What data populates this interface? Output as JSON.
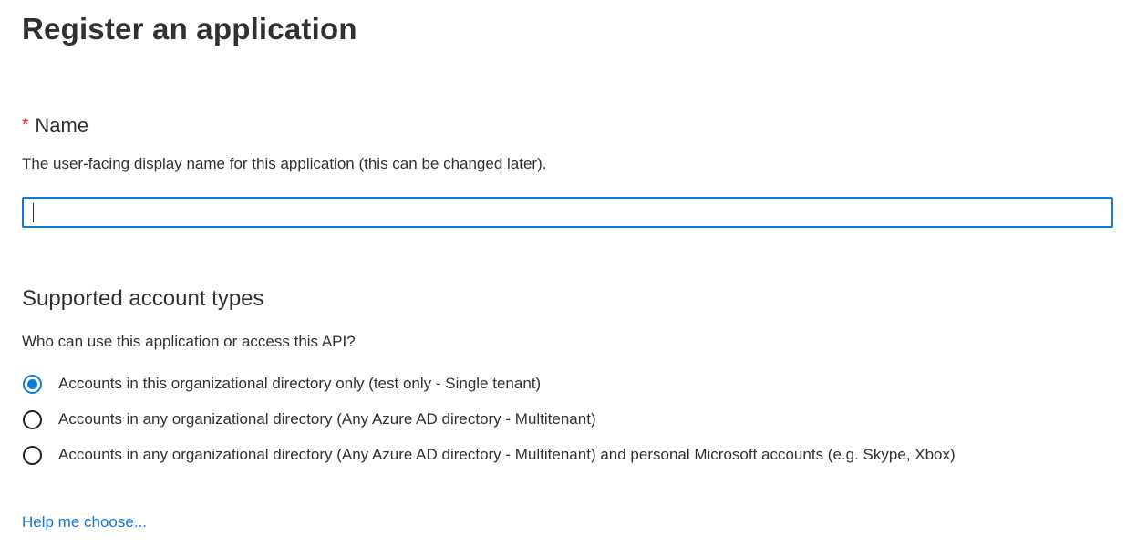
{
  "page": {
    "title": "Register an application"
  },
  "name_field": {
    "required_marker": "*",
    "label": "Name",
    "description": "The user-facing display name for this application (this can be changed later).",
    "value": "",
    "placeholder": "",
    "focused": true
  },
  "account_types": {
    "heading": "Supported account types",
    "question": "Who can use this application or access this API?",
    "options": [
      {
        "label": "Accounts in this organizational directory only (test only - Single tenant)",
        "selected": true
      },
      {
        "label": "Accounts in any organizational directory (Any Azure AD directory - Multitenant)",
        "selected": false
      },
      {
        "label": "Accounts in any organizational directory (Any Azure AD directory - Multitenant) and personal Microsoft accounts (e.g. Skype, Xbox)",
        "selected": false
      }
    ],
    "help_link_label": "Help me choose..."
  },
  "colors": {
    "accent_blue": "#0f7bd4",
    "required_red": "#e81123",
    "text": "#323130",
    "link_blue": "#1479d7"
  }
}
